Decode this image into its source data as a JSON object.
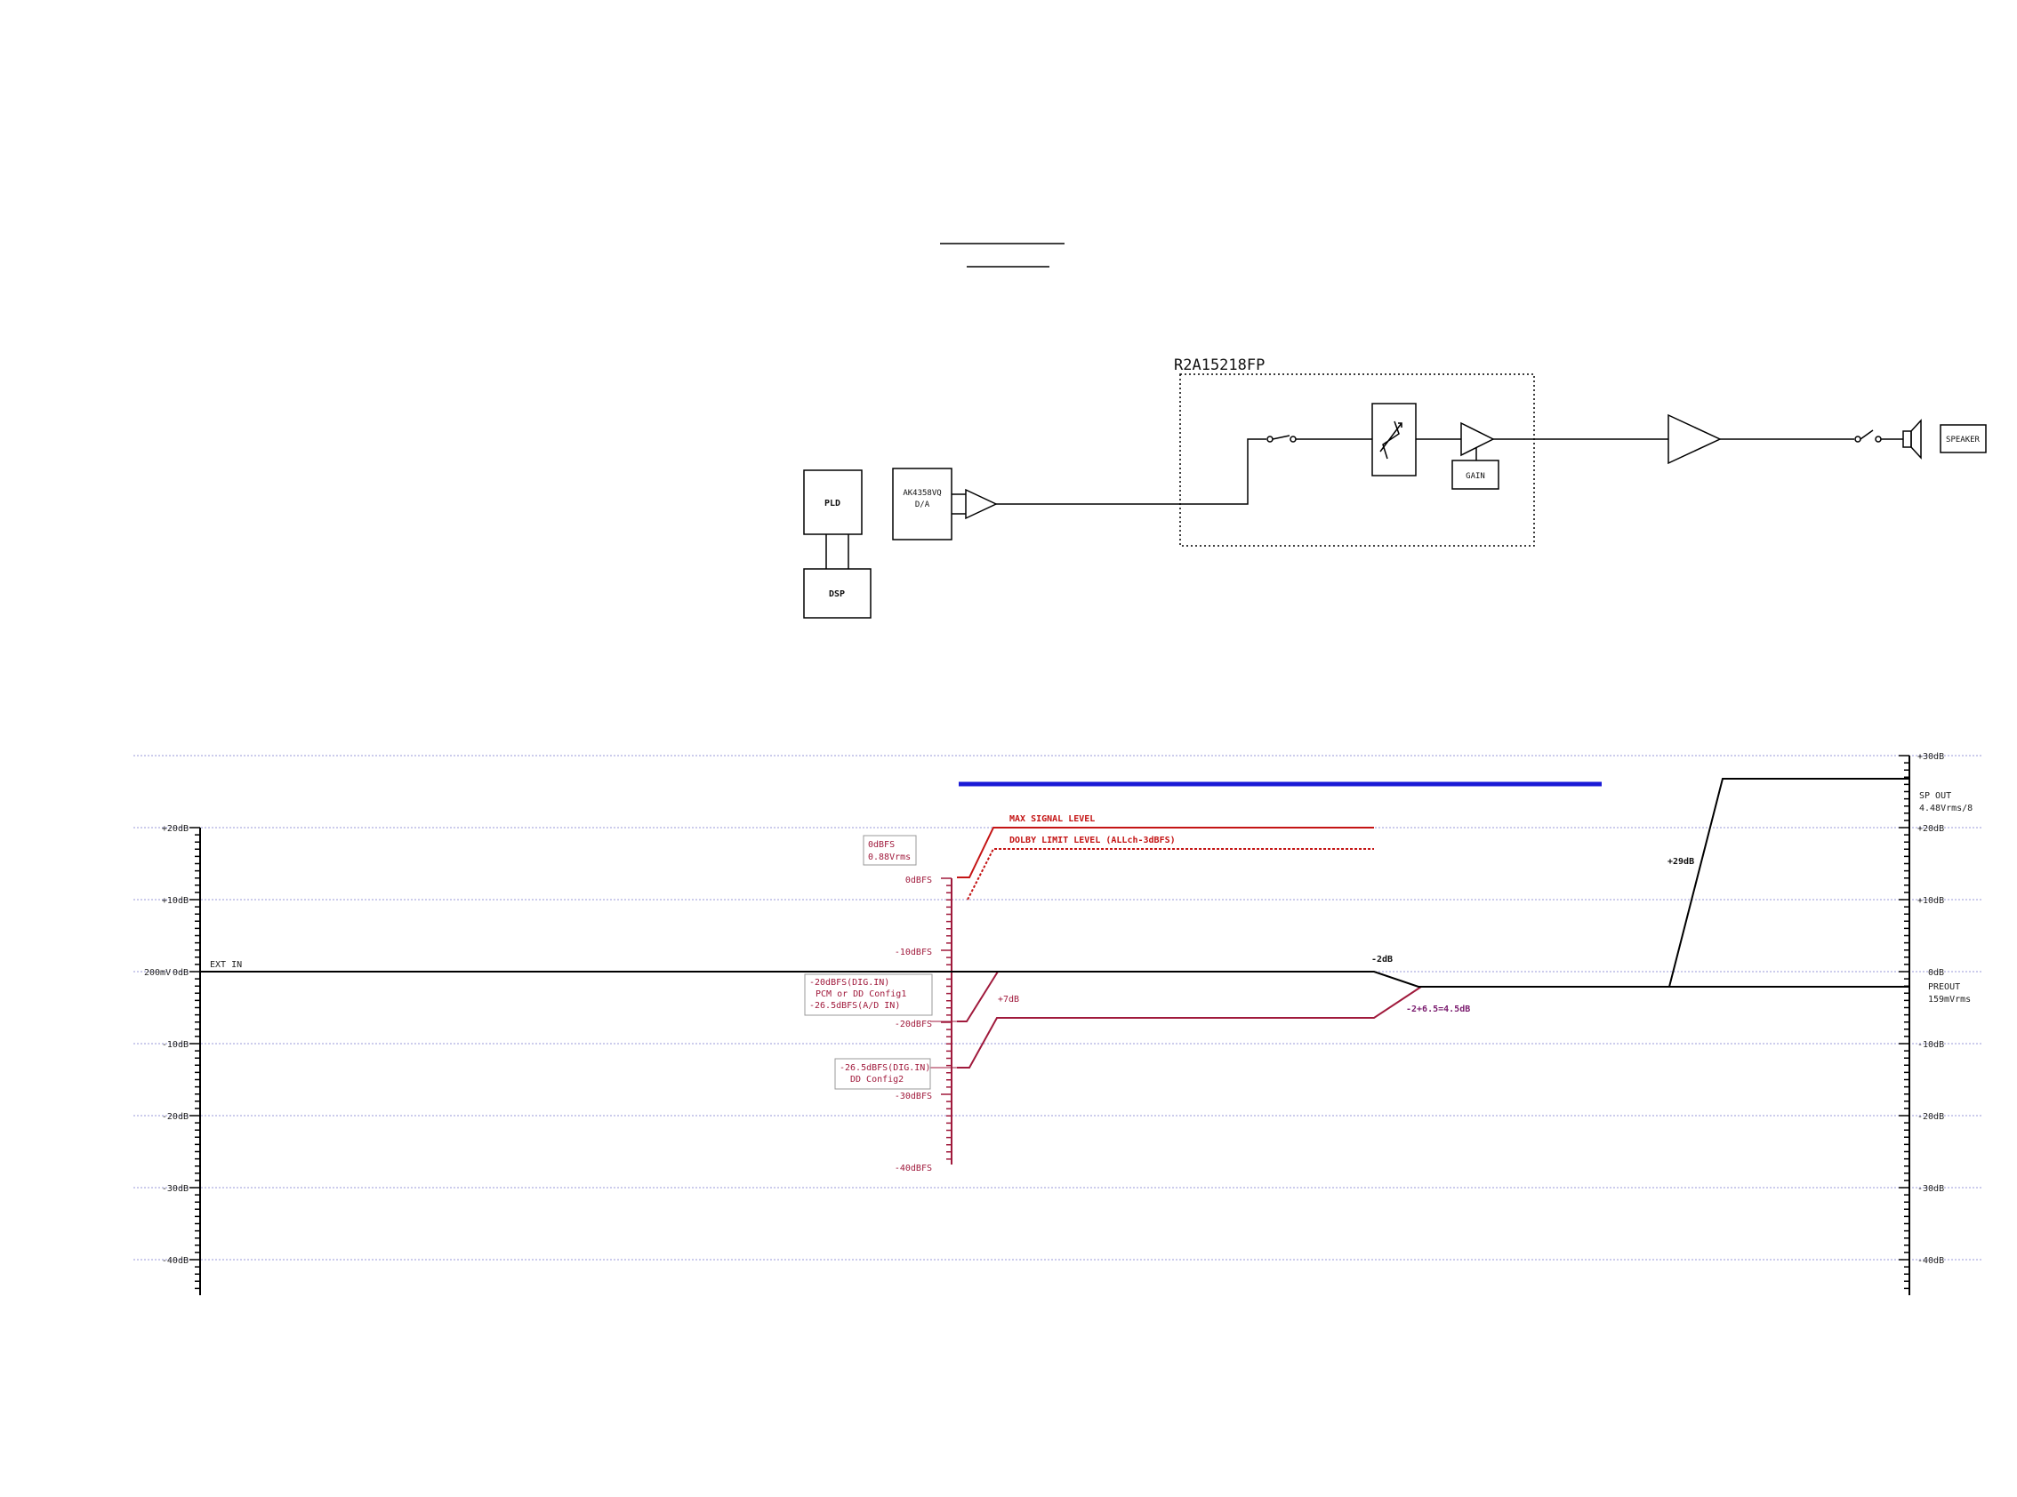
{
  "block_diagram": {
    "ic_label": "R2A15218FP",
    "pld_label": "PLD",
    "dsp_label": "DSP",
    "dac_label_line1": "AK4358VQ",
    "dac_label_line2": "D/A",
    "gain_label": "GAIN",
    "speaker_label": "SPEAKER"
  },
  "level_diagram": {
    "left_axis": {
      "ticks": [
        "+20dB",
        "+10dB",
        "0dB",
        "-10dB",
        "-20dB",
        "-30dB",
        "-40dB"
      ],
      "ref_label": "200mV",
      "input_label": "EXT IN"
    },
    "right_axis": {
      "ticks": [
        "+30dB",
        "+20dB",
        "+10dB",
        "0dB",
        "-10dB",
        "-20dB",
        "-30dB",
        "-40dB"
      ],
      "sp_out_line1": "SP OUT",
      "sp_out_line2": "4.48Vrms/8",
      "preout_line1": "PREOUT",
      "preout_line2": "159mVrms"
    },
    "dbfs_axis": {
      "ticks": [
        "0dBFS",
        "-10dBFS",
        "-20dBFS",
        "-30dBFS",
        "-40dBFS"
      ]
    },
    "annotations": {
      "max_signal": "MAX SIGNAL LEVEL",
      "dolby_limit": "DOLBY LIMIT LEVEL (ALLch-3dBFS)",
      "box1_line1": "0dBFS",
      "box1_line2": "0.88Vrms",
      "box2_line1": "-20dBFS(DIG.IN)",
      "box2_line2": "PCM or DD Config1",
      "box2_line3": "-26.5dBFS(A/D IN)",
      "box3_line1": "-26.5dBFS(DIG.IN)",
      "box3_line2": "DD Config2",
      "plus7": "+7dB",
      "minus2": "-2dB",
      "minus2_45": "-2+6.5=4.5dB",
      "plus29": "+29dB"
    }
  },
  "colors": {
    "blue_bar": "#1a1ad6",
    "red": "#c41414",
    "dark_red": "#a01a3c",
    "grid": "#9a9ad8"
  }
}
